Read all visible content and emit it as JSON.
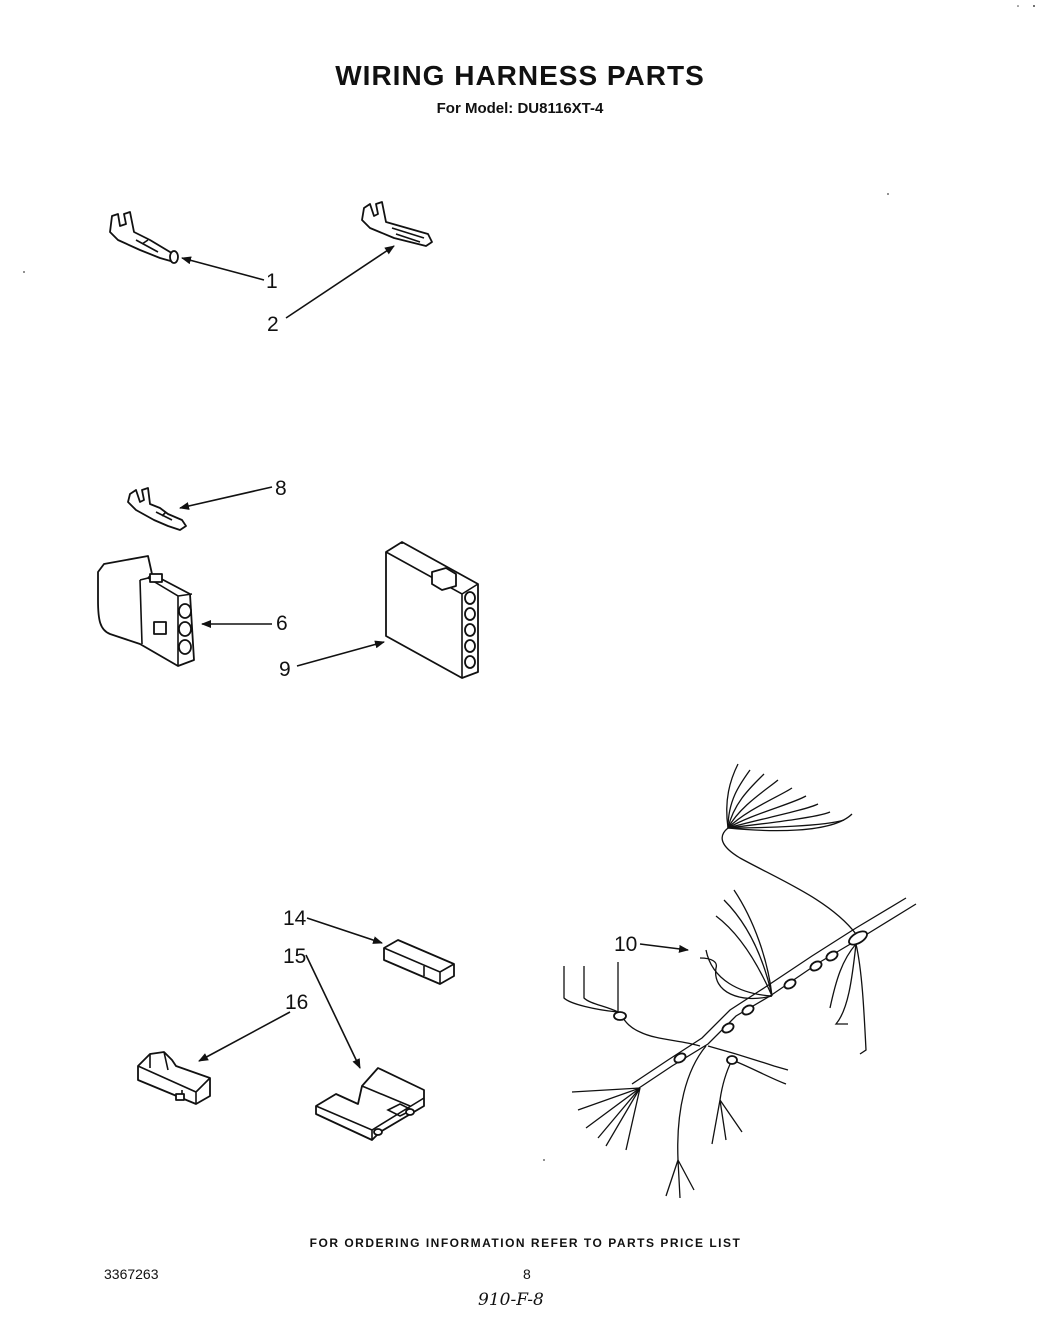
{
  "header": {
    "title": "WIRING HARNESS PARTS",
    "subtitle": "For Model: DU8116XT-4"
  },
  "callouts": {
    "c1": "1",
    "c2": "2",
    "c8": "8",
    "c6": "6",
    "c9": "9",
    "c14": "14",
    "c15": "15",
    "c16": "16",
    "c10": "10"
  },
  "footer": {
    "ordering_note": "FOR ORDERING INFORMATION REFER TO PARTS PRICE LIST",
    "document_number": "3367263",
    "page_number": "8",
    "handwritten_code": "910-F-8"
  }
}
